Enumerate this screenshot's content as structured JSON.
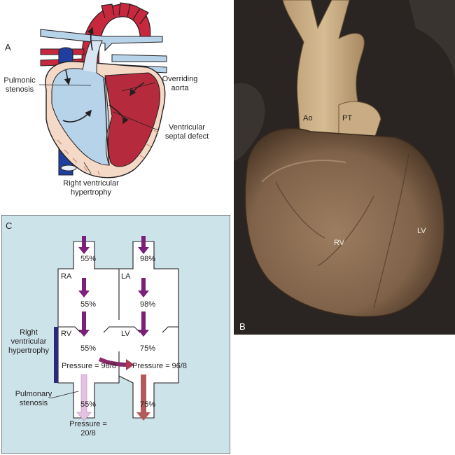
{
  "panelA": {
    "letter": "A",
    "labels": {
      "pulmonic_stenosis": [
        "Pulmonic",
        "stenosis"
      ],
      "overriding_aorta": [
        "Overriding",
        "aorta"
      ],
      "vsd": [
        "Ventricular",
        "septal defect"
      ],
      "rvh": [
        "Right ventricular",
        "hypertrophy"
      ]
    }
  },
  "panelB": {
    "letter": "B",
    "labels": {
      "ao": "Ao",
      "pt": "PT",
      "rv": "RV",
      "lv": "LV"
    }
  },
  "panelC": {
    "letter": "C",
    "chambers": {
      "ra": "RA",
      "la": "LA",
      "rv": "RV",
      "lv": "LV"
    },
    "right_side": {
      "top": "55%",
      "mid": "55%",
      "ventricle": "55%",
      "outflow": "55%"
    },
    "left_side": {
      "top": "98%",
      "mid": "98%",
      "ventricle": "75%",
      "outflow": "75%"
    },
    "pressure_rv": "Pressure = 96/8",
    "pressure_lv": "Pressure = 96/8",
    "pressure_pa": [
      "Pressure =",
      "20/8"
    ],
    "rvh_label": [
      "Right",
      "ventricular",
      "hypertrophy"
    ],
    "ps_label": [
      "Pulmonary",
      "stenosis"
    ]
  },
  "colors": {
    "panel_c_bg": "#cde3ea",
    "deoxy_blue": "#b7d3ea",
    "oxy_red": "#b52a3c",
    "purple_arrow": "#7a1f7a",
    "rvh_bar": "#2b2a7a",
    "vein_blue": "#1f3fa0",
    "photo_bg": "#2a2522",
    "heart_tan": "#8f7257"
  }
}
